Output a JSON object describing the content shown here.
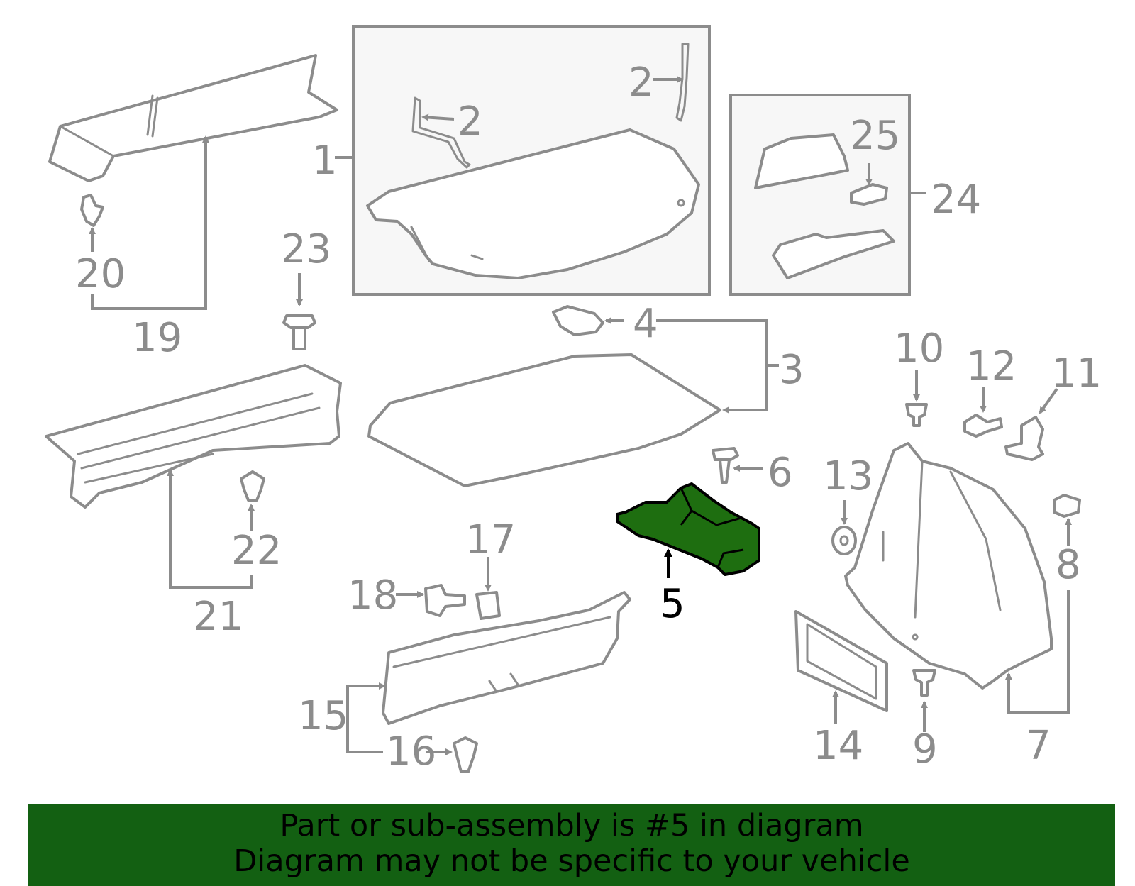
{
  "highlight_color": "#1e6e10",
  "banner_color": "#136012",
  "line_color": "#8c8c8c",
  "callouts": [
    {
      "id": "1",
      "text": "1"
    },
    {
      "id": "2a",
      "text": "2"
    },
    {
      "id": "2b",
      "text": "2"
    },
    {
      "id": "3",
      "text": "3"
    },
    {
      "id": "4",
      "text": "4"
    },
    {
      "id": "5",
      "text": "5"
    },
    {
      "id": "6",
      "text": "6"
    },
    {
      "id": "7",
      "text": "7"
    },
    {
      "id": "8",
      "text": "8"
    },
    {
      "id": "9",
      "text": "9"
    },
    {
      "id": "10",
      "text": "10"
    },
    {
      "id": "11",
      "text": "11"
    },
    {
      "id": "12",
      "text": "12"
    },
    {
      "id": "13",
      "text": "13"
    },
    {
      "id": "14",
      "text": "14"
    },
    {
      "id": "15",
      "text": "15"
    },
    {
      "id": "16",
      "text": "16"
    },
    {
      "id": "17",
      "text": "17"
    },
    {
      "id": "18",
      "text": "18"
    },
    {
      "id": "19",
      "text": "19"
    },
    {
      "id": "20",
      "text": "20"
    },
    {
      "id": "21",
      "text": "21"
    },
    {
      "id": "22",
      "text": "22"
    },
    {
      "id": "23",
      "text": "23"
    },
    {
      "id": "24",
      "text": "24"
    },
    {
      "id": "25",
      "text": "25"
    }
  ],
  "banner": {
    "line1": "Part or sub-assembly is #5 in diagram",
    "line2": "Diagram may not be specific to your vehicle"
  }
}
